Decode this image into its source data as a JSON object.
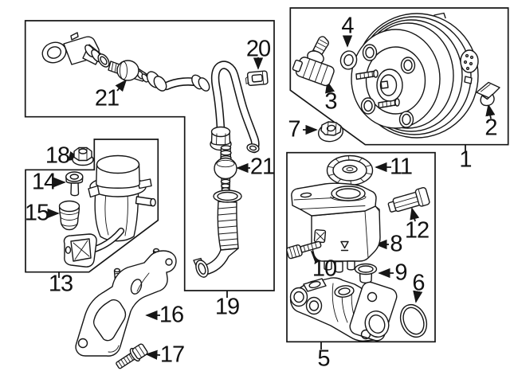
{
  "figure": {
    "background": "#ffffff",
    "line_color": "#161616",
    "callouts": {
      "n1": "1",
      "n2": "2",
      "n3": "3",
      "n4": "4",
      "n5": "5",
      "n6": "6",
      "n7": "7",
      "n8": "8",
      "n9": "9",
      "n10": "10",
      "n11": "11",
      "n12": "12",
      "n13": "13",
      "n14": "14",
      "n15": "15",
      "n16": "16",
      "n17": "17",
      "n18": "18",
      "n19": "19",
      "n20": "20",
      "n21a": "21",
      "n21b": "21"
    }
  }
}
